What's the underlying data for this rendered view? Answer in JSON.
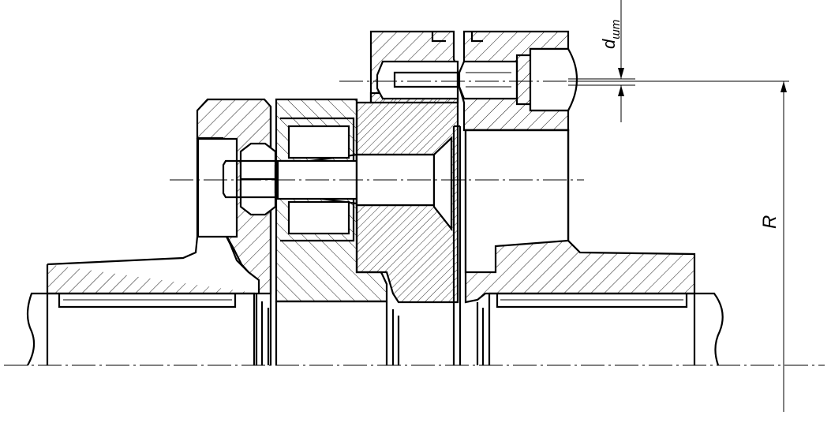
{
  "labels": {
    "radius": "R",
    "pin_diameter_main": "d",
    "pin_diameter_sub": "шт"
  }
}
